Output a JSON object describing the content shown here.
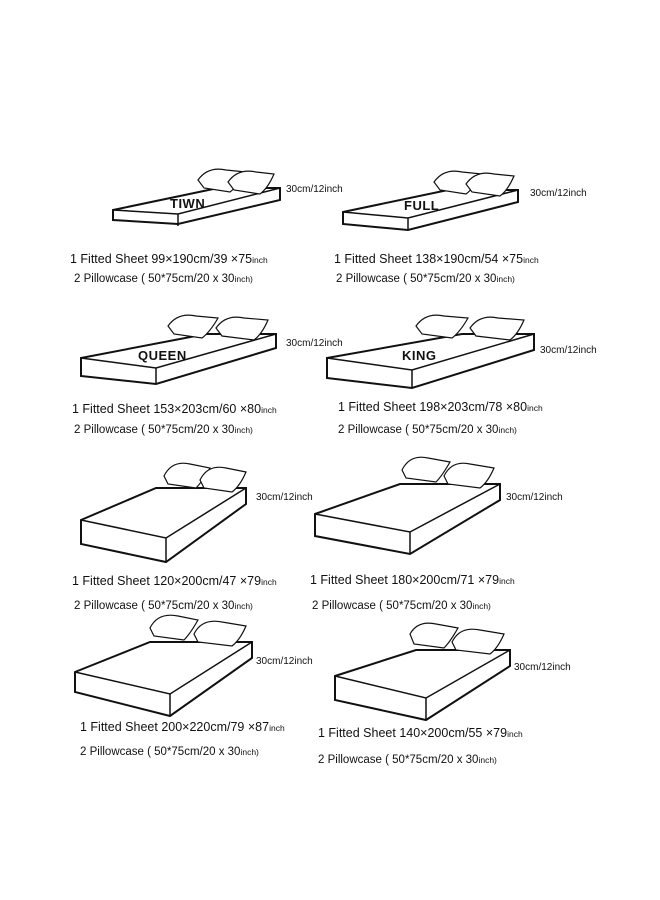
{
  "height_label": "30cm/12inch",
  "sheet_prefix": "1 Fitted Sheet",
  "pillow_prefix": "2 Pillowcase",
  "pillow_spec": "( 50*75cm/20   x 30",
  "pillow_unit": "inch)",
  "beds": [
    {
      "label": "TIWN",
      "size_cm": "99×190cm/39",
      "size_in": "×75",
      "unit": "inch"
    },
    {
      "label": "FULL",
      "size_cm": "138×190cm/54",
      "size_in": "×75",
      "unit": "inch"
    },
    {
      "label": "QUEEN",
      "size_cm": "153×203cm/60",
      "size_in": "×80",
      "unit": "inch"
    },
    {
      "label": "KING",
      "size_cm": "198×203cm/78",
      "size_in": "×80",
      "unit": "inch"
    },
    {
      "label": "",
      "size_cm": "120×200cm/47",
      "size_in": "×79",
      "unit": "inch"
    },
    {
      "label": "",
      "size_cm": "180×200cm/71",
      "size_in": "×79",
      "unit": "inch"
    },
    {
      "label": "",
      "size_cm": "200×220cm/79",
      "size_in": "×87",
      "unit": "inch"
    },
    {
      "label": "",
      "size_cm": "140×200cm/55",
      "size_in": "×79",
      "unit": "inch"
    }
  ]
}
